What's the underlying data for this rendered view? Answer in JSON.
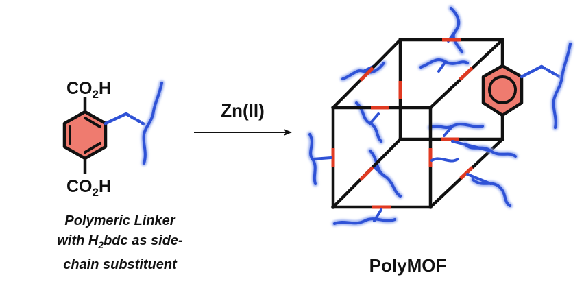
{
  "linker": {
    "top_group": {
      "main": "CO",
      "sub": "2",
      "tail": "H"
    },
    "bottom_group": {
      "main": "CO",
      "sub": "2",
      "tail": "H"
    },
    "caption": {
      "line1": "Polymeric Linker",
      "line2_a": "with H",
      "line2_sub": "2",
      "line2_b": "bdc as side-",
      "line3": "chain substituent"
    }
  },
  "reaction": {
    "reagent": "Zn(II)"
  },
  "product": {
    "name": "PolyMOF"
  },
  "colors": {
    "ink": "#111111",
    "ring_fill": "#ef7b6f",
    "node": "#e03a22",
    "polymer": "#2f52d6",
    "polymer_glow": "#9aaef0"
  },
  "icons": {
    "linker": "benzene-ring-icon",
    "framework": "cube-framework-icon",
    "chains": "polymer-chain-icon"
  }
}
